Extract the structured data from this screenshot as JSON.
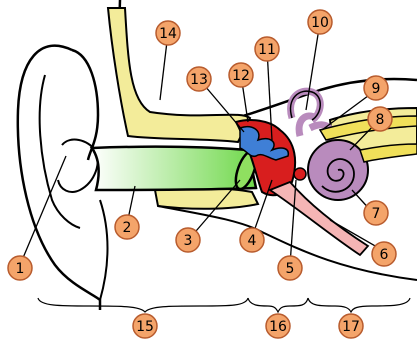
{
  "labels": [
    "1",
    "2",
    "3",
    "4",
    "5",
    "6",
    "7",
    "8",
    "9",
    "10",
    "11",
    "12",
    "13",
    "14",
    "15",
    "16",
    "17"
  ],
  "colors": {
    "marker_fill": "#f4a46a",
    "marker_stroke": "#b85c2e",
    "bone_yellow": "#f3ec9a",
    "canal_green": "#8fe060",
    "middle_ear_red": "#d81e1e",
    "ossicle_blue": "#3f7fd6",
    "cochlea_purple": "#b98bbd",
    "nerve_yellow": "#f0e05a"
  },
  "icons": [
    "ear-anatomy-illustration"
  ]
}
